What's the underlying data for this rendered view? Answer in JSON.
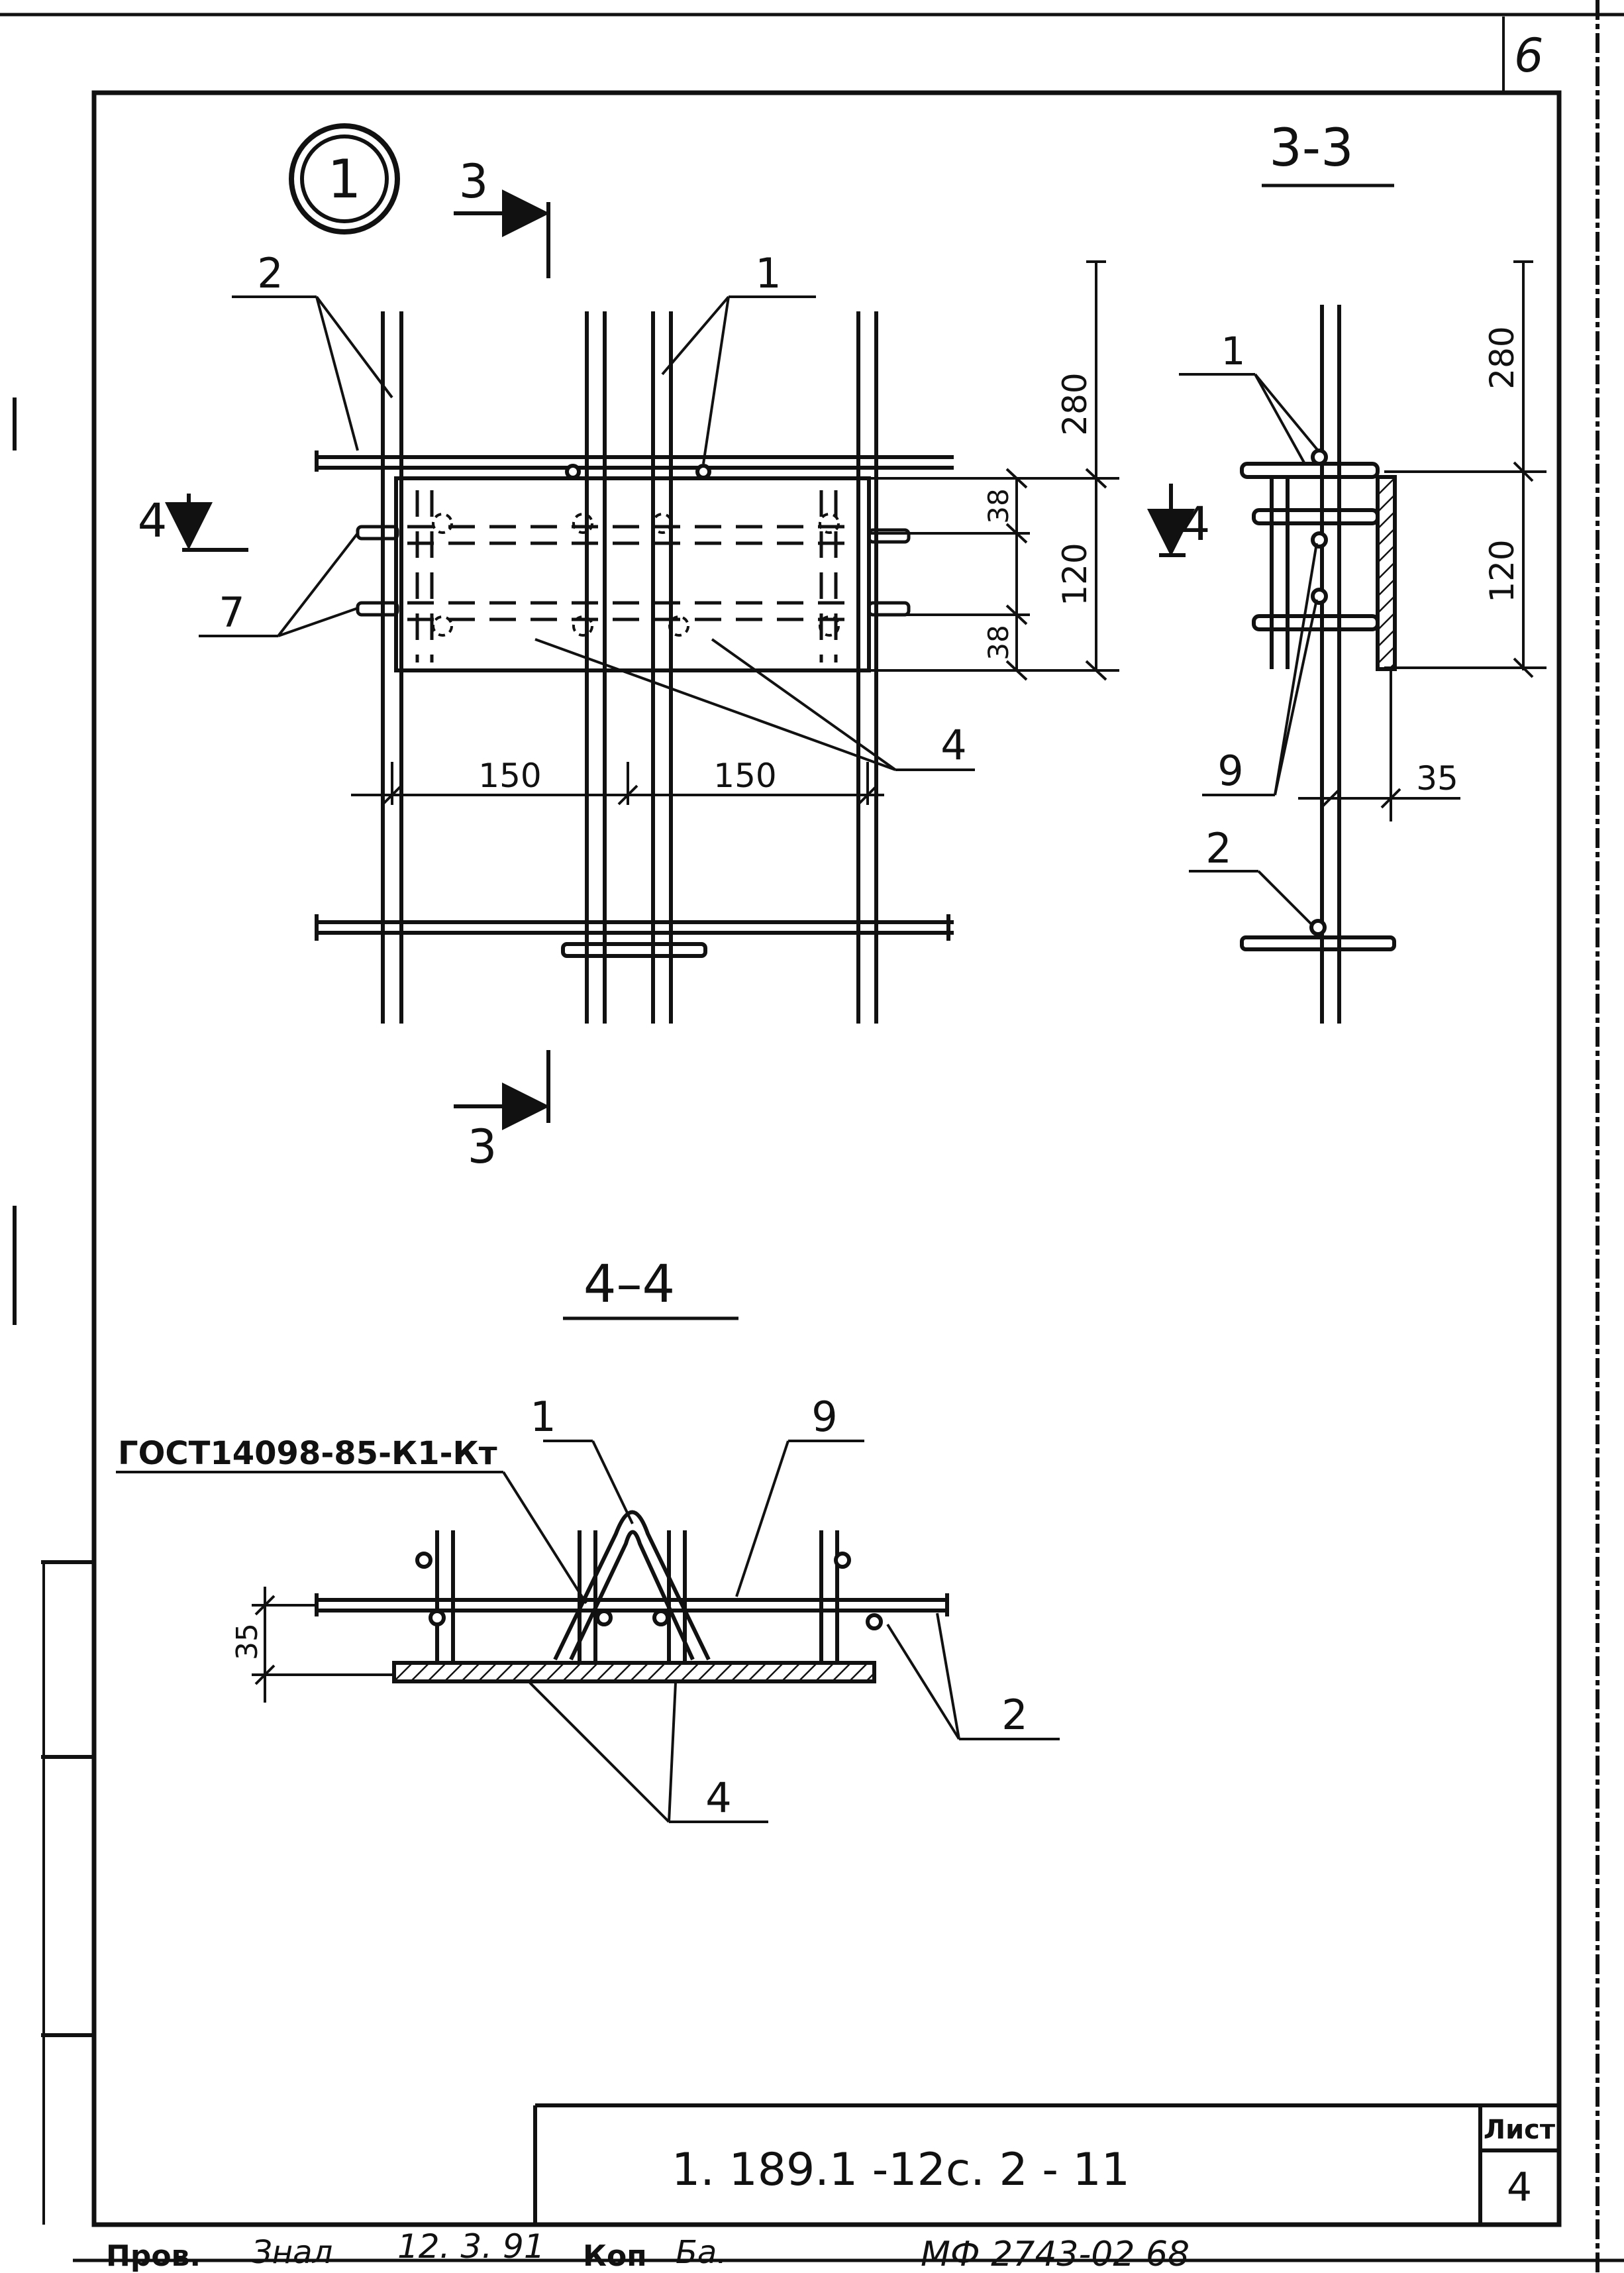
{
  "sheet_mark": "6",
  "detail": {
    "number": "1"
  },
  "section_labels": {
    "s33_title": "3-3",
    "s44_title": "4–4",
    "cut3_top": "3",
    "cut3_bottom": "3",
    "cut4_left": "4",
    "cut4_right": "4"
  },
  "plan": {
    "callout_2": "2",
    "callout_1": "1",
    "callout_7": "7",
    "callout_4": "4",
    "dim_280": "280",
    "dim_38_top": "38",
    "dim_120": "120",
    "dim_38_bottom": "38",
    "dim_150_left": "150",
    "dim_150_right": "150"
  },
  "section33": {
    "callout_1": "1",
    "callout_9": "9",
    "callout_2": "2",
    "dim_280": "280",
    "dim_120": "120",
    "dim_35": "35"
  },
  "section44": {
    "gost_label": "ГОСТ14098-85-К1-Кт",
    "callout_1": "1",
    "callout_9": "9",
    "callout_2": "2",
    "callout_4": "4",
    "dim_35": "35"
  },
  "title_block": {
    "designation": "1. 189.1 -12с. 2 - 11",
    "sheet_label": "Лист",
    "sheet_number": "4"
  },
  "footer": {
    "checked_label": "Пров.",
    "signature": "Знал",
    "date": "12. 3. 91",
    "copied_label": "Коп",
    "copier": "Ба.",
    "archive_no": "МФ 2743-02 68"
  }
}
